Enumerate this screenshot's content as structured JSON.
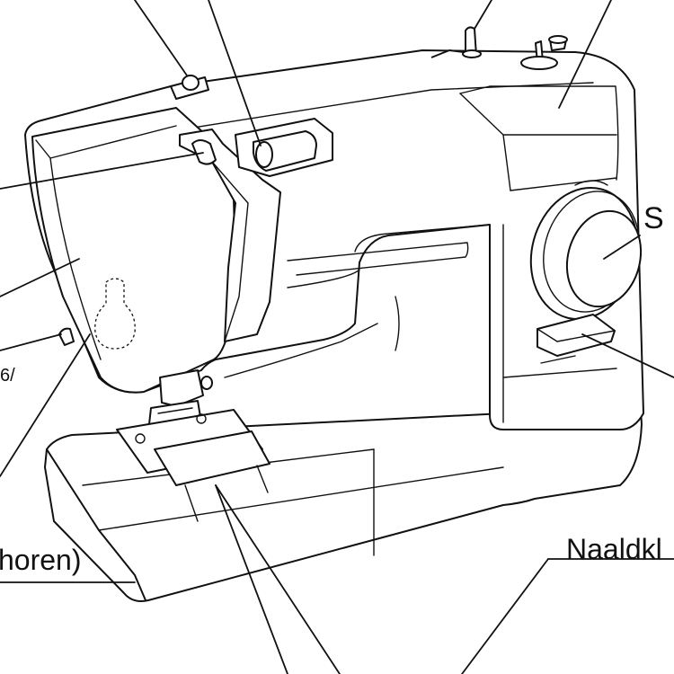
{
  "labels": {
    "top_right_partial": "S",
    "right_partial": "Naaldkl",
    "left_partial": "horen)",
    "left_fragment": "6/"
  }
}
